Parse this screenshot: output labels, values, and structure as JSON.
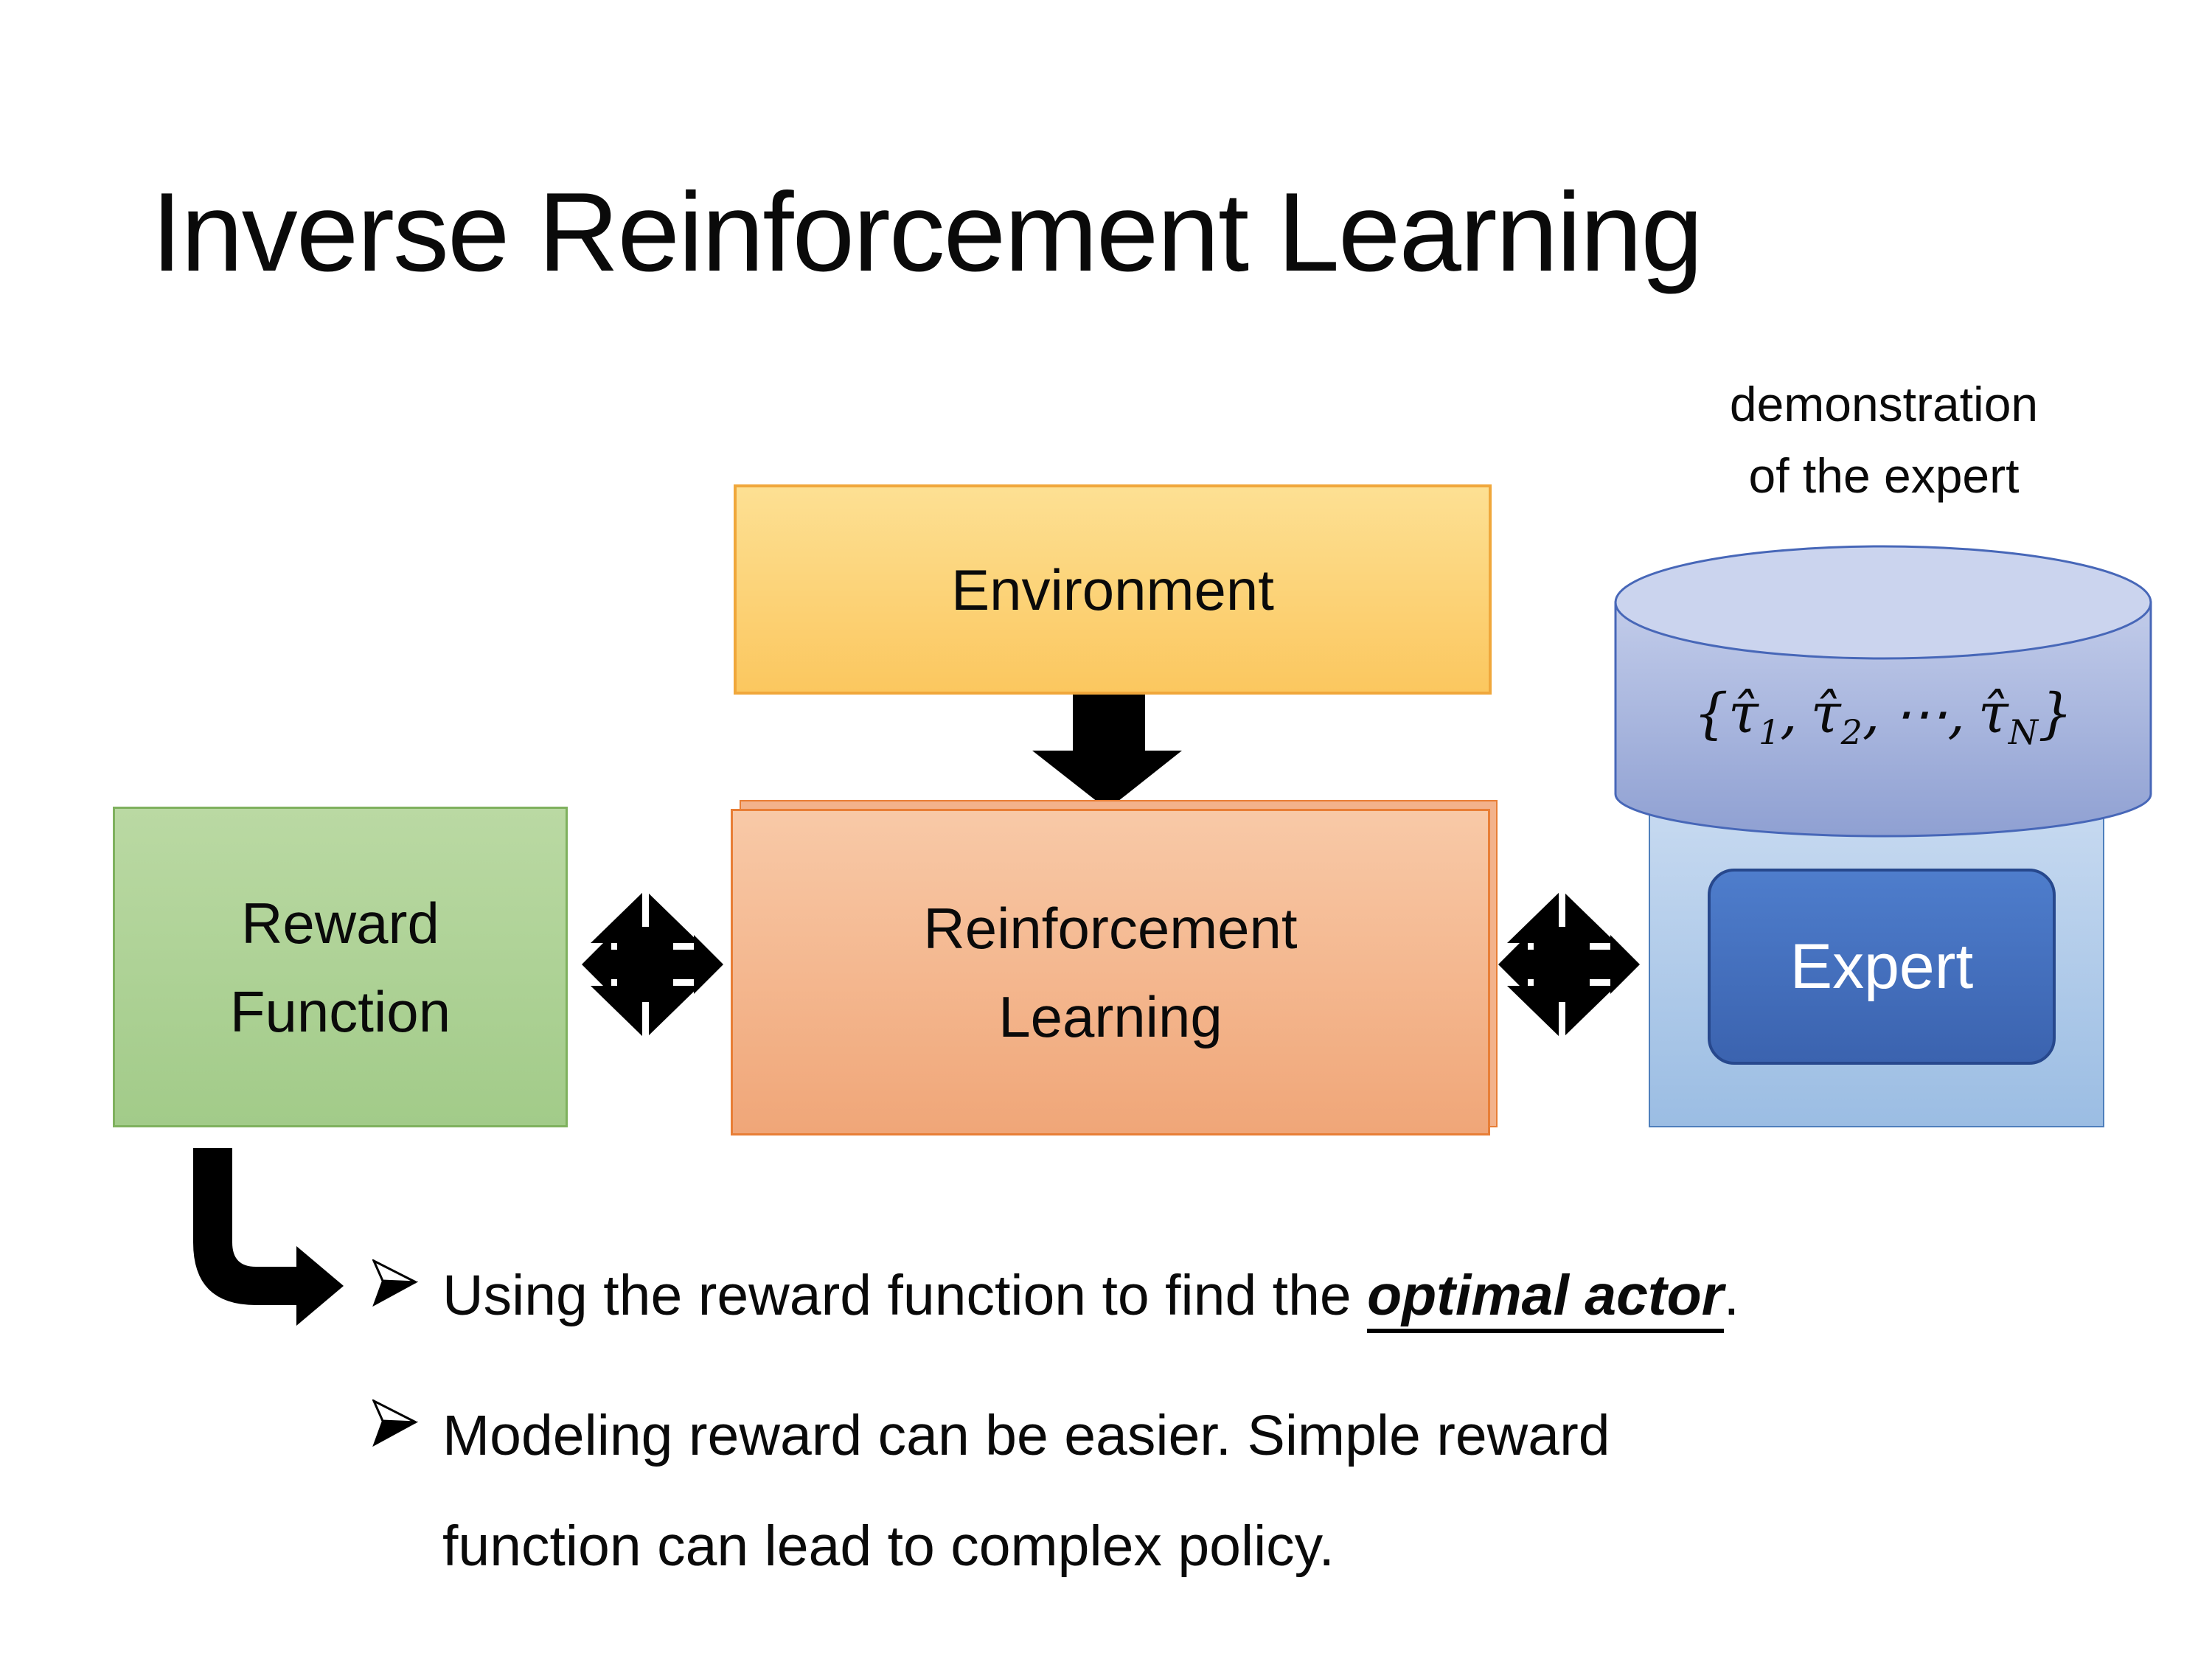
{
  "slide": {
    "title": "Inverse Reinforcement Learning",
    "annotation": {
      "line1": "demonstration",
      "line2": "of the expert"
    },
    "boxes": {
      "environment": {
        "label": "Environment"
      },
      "reward": {
        "label_line1": "Reward",
        "label_line2": "Function"
      },
      "reinforcement_learning": {
        "label_line1": "Reinforcement",
        "label_line2": "Learning"
      },
      "expert": {
        "label": "Expert"
      }
    },
    "demonstration_set_formula": {
      "open_brace": "{",
      "tau_hat": "τ̂",
      "sub_1": "1",
      "sub_2": "2",
      "comma": ",",
      "cdots": "⋯",
      "sub_N": "N",
      "close_brace": "}"
    },
    "bullets": [
      {
        "marker": "➢",
        "pre": "Using the reward function to find the ",
        "emphasis": "optimal actor",
        "post": "."
      },
      {
        "marker": "➢",
        "line1": "Modeling reward can be easier. Simple reward",
        "line2": "function can lead to complex policy."
      }
    ],
    "colors": {
      "environment_fill": "#FBC75F",
      "environment_border": "#F0A73B",
      "reward_fill": "#A2CB89",
      "reward_border": "#7FB15E",
      "rl_fill": "#F0A678",
      "rl_border": "#E87E36",
      "expert_container_fill": "#9BBDE3",
      "expert_container_border": "#4E7FBC",
      "expert_box_fill": "#3B63AF",
      "expert_box_border": "#27488D",
      "cylinder_fill": "#9AA9D8",
      "cylinder_border": "#4767B8",
      "arrow_color": "#000000",
      "text_color": "#0a0a0a"
    }
  }
}
